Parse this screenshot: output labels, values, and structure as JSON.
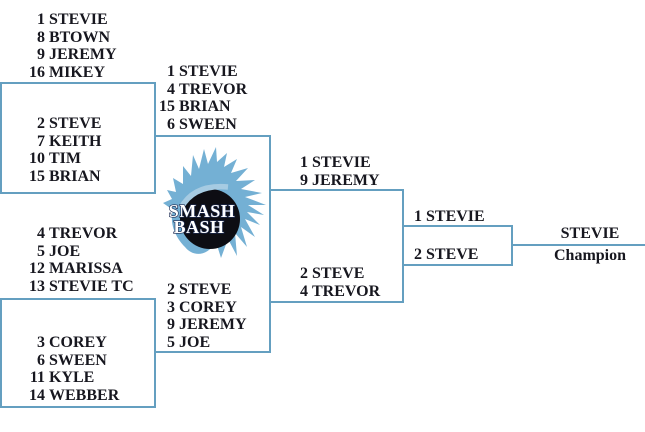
{
  "logo": {
    "line1": "SMASH",
    "line2": "BASH"
  },
  "colors": {
    "bracket_line": "#649fc0",
    "text": "#17171f",
    "flame": "#74b0d4",
    "ball": "#0d0d13",
    "ball_slash": "#a6cbe2",
    "logo_text": "#ffffff",
    "logo_text_outline": "#1d2b52"
  },
  "rounds": {
    "round1": [
      {
        "players": [
          {
            "seed": "1",
            "name": "STEVIE"
          },
          {
            "seed": "8",
            "name": "BTOWN"
          },
          {
            "seed": "9",
            "name": "JEREMY"
          },
          {
            "seed": "16",
            "name": "MIKEY"
          }
        ]
      },
      {
        "players": [
          {
            "seed": "2",
            "name": "STEVE"
          },
          {
            "seed": "7",
            "name": "KEITH"
          },
          {
            "seed": "10",
            "name": "TIM"
          },
          {
            "seed": "15",
            "name": "BRIAN"
          }
        ]
      },
      {
        "players": [
          {
            "seed": "4",
            "name": "TREVOR"
          },
          {
            "seed": "5",
            "name": "JOE"
          },
          {
            "seed": "12",
            "name": "MARISSA"
          },
          {
            "seed": "13",
            "name": "STEVIE TC"
          }
        ]
      },
      {
        "players": [
          {
            "seed": "3",
            "name": "COREY"
          },
          {
            "seed": "6",
            "name": "SWEEN"
          },
          {
            "seed": "11",
            "name": "KYLE"
          },
          {
            "seed": "14",
            "name": "WEBBER"
          }
        ]
      }
    ],
    "round2": [
      {
        "players": [
          {
            "seed": "1",
            "name": "STEVIE"
          },
          {
            "seed": "4",
            "name": "TREVOR"
          },
          {
            "seed": "15",
            "name": "BRIAN"
          },
          {
            "seed": "6",
            "name": "SWEEN"
          }
        ]
      },
      {
        "players": [
          {
            "seed": "2",
            "name": "STEVE"
          },
          {
            "seed": "3",
            "name": "COREY"
          },
          {
            "seed": "9",
            "name": "JEREMY"
          },
          {
            "seed": "5",
            "name": "JOE"
          }
        ]
      }
    ],
    "semifinals": [
      {
        "players": [
          {
            "seed": "1",
            "name": "STEVIE"
          },
          {
            "seed": "9",
            "name": "JEREMY"
          }
        ]
      },
      {
        "players": [
          {
            "seed": "2",
            "name": "STEVE"
          },
          {
            "seed": "4",
            "name": "TREVOR"
          }
        ]
      }
    ],
    "final": {
      "players": [
        {
          "seed": "1",
          "name": "STEVIE"
        },
        {
          "seed": "2",
          "name": "STEVE"
        }
      ]
    },
    "champion": {
      "name": "STEVIE",
      "label": "Champion"
    }
  }
}
